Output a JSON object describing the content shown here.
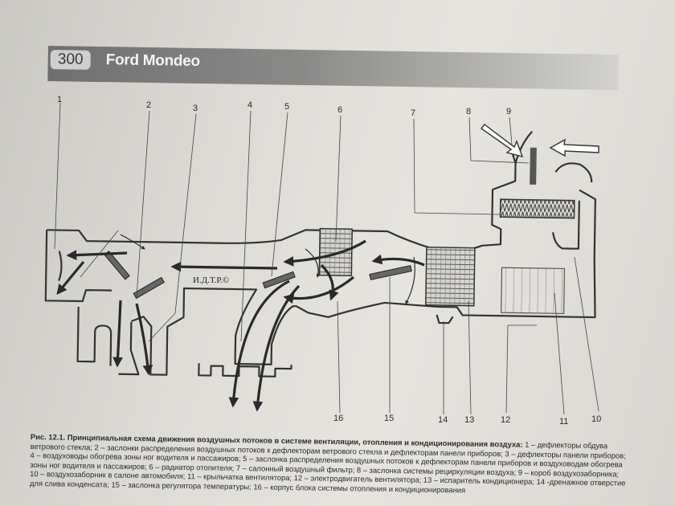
{
  "header": {
    "page_number": "300",
    "book_title": "Ford Mondeo"
  },
  "diagram": {
    "watermark": "И.Д.Т.Р.©",
    "callouts": [
      {
        "id": "1"
      },
      {
        "id": "2"
      },
      {
        "id": "3"
      },
      {
        "id": "4"
      },
      {
        "id": "5"
      },
      {
        "id": "6"
      },
      {
        "id": "7"
      },
      {
        "id": "8"
      },
      {
        "id": "9"
      },
      {
        "id": "10"
      },
      {
        "id": "11"
      },
      {
        "id": "12"
      },
      {
        "id": "13"
      },
      {
        "id": "14"
      },
      {
        "id": "15"
      },
      {
        "id": "16"
      }
    ]
  },
  "caption": {
    "lead": "Рис. 12.1. Принципиальная схема движения воздушных потоков в системе вентиляции, отопления и кондиционирования воздуха:",
    "text": " 1 – дефлекторы обдува ветрового стекла; 2 – заслонки распределения воздушных потоков к дефлекторам ветрового стекла и дефлекторам панели приборов; 3 – дефлекторы панели приборов; 4 – воздуховоды обогрева зоны ног водителя и пассажиров; 5 – заслонка распределения воздушных потоков к дефлекторам панели приборов и воздуховодам обогрева зоны ног водителя и пассажиров; 6 – радиатор отопителя; 7 – салонный воздушный фильтр; 8 – заслонка системы рециркуляции воздуха; 9 – короб воздухозаборника; 10 – воздухозаборник в салоне автомобиля; 11 – крыльчатка вентилятора; 12 – электродвигатель вентилятора; 13 – испаритель кондиционера; 14 -дренажное отверстие для слива конденсата; 15 – заслонка регулятора температуры; 16 – корпус блока системы отопления и кондиционирования"
  }
}
